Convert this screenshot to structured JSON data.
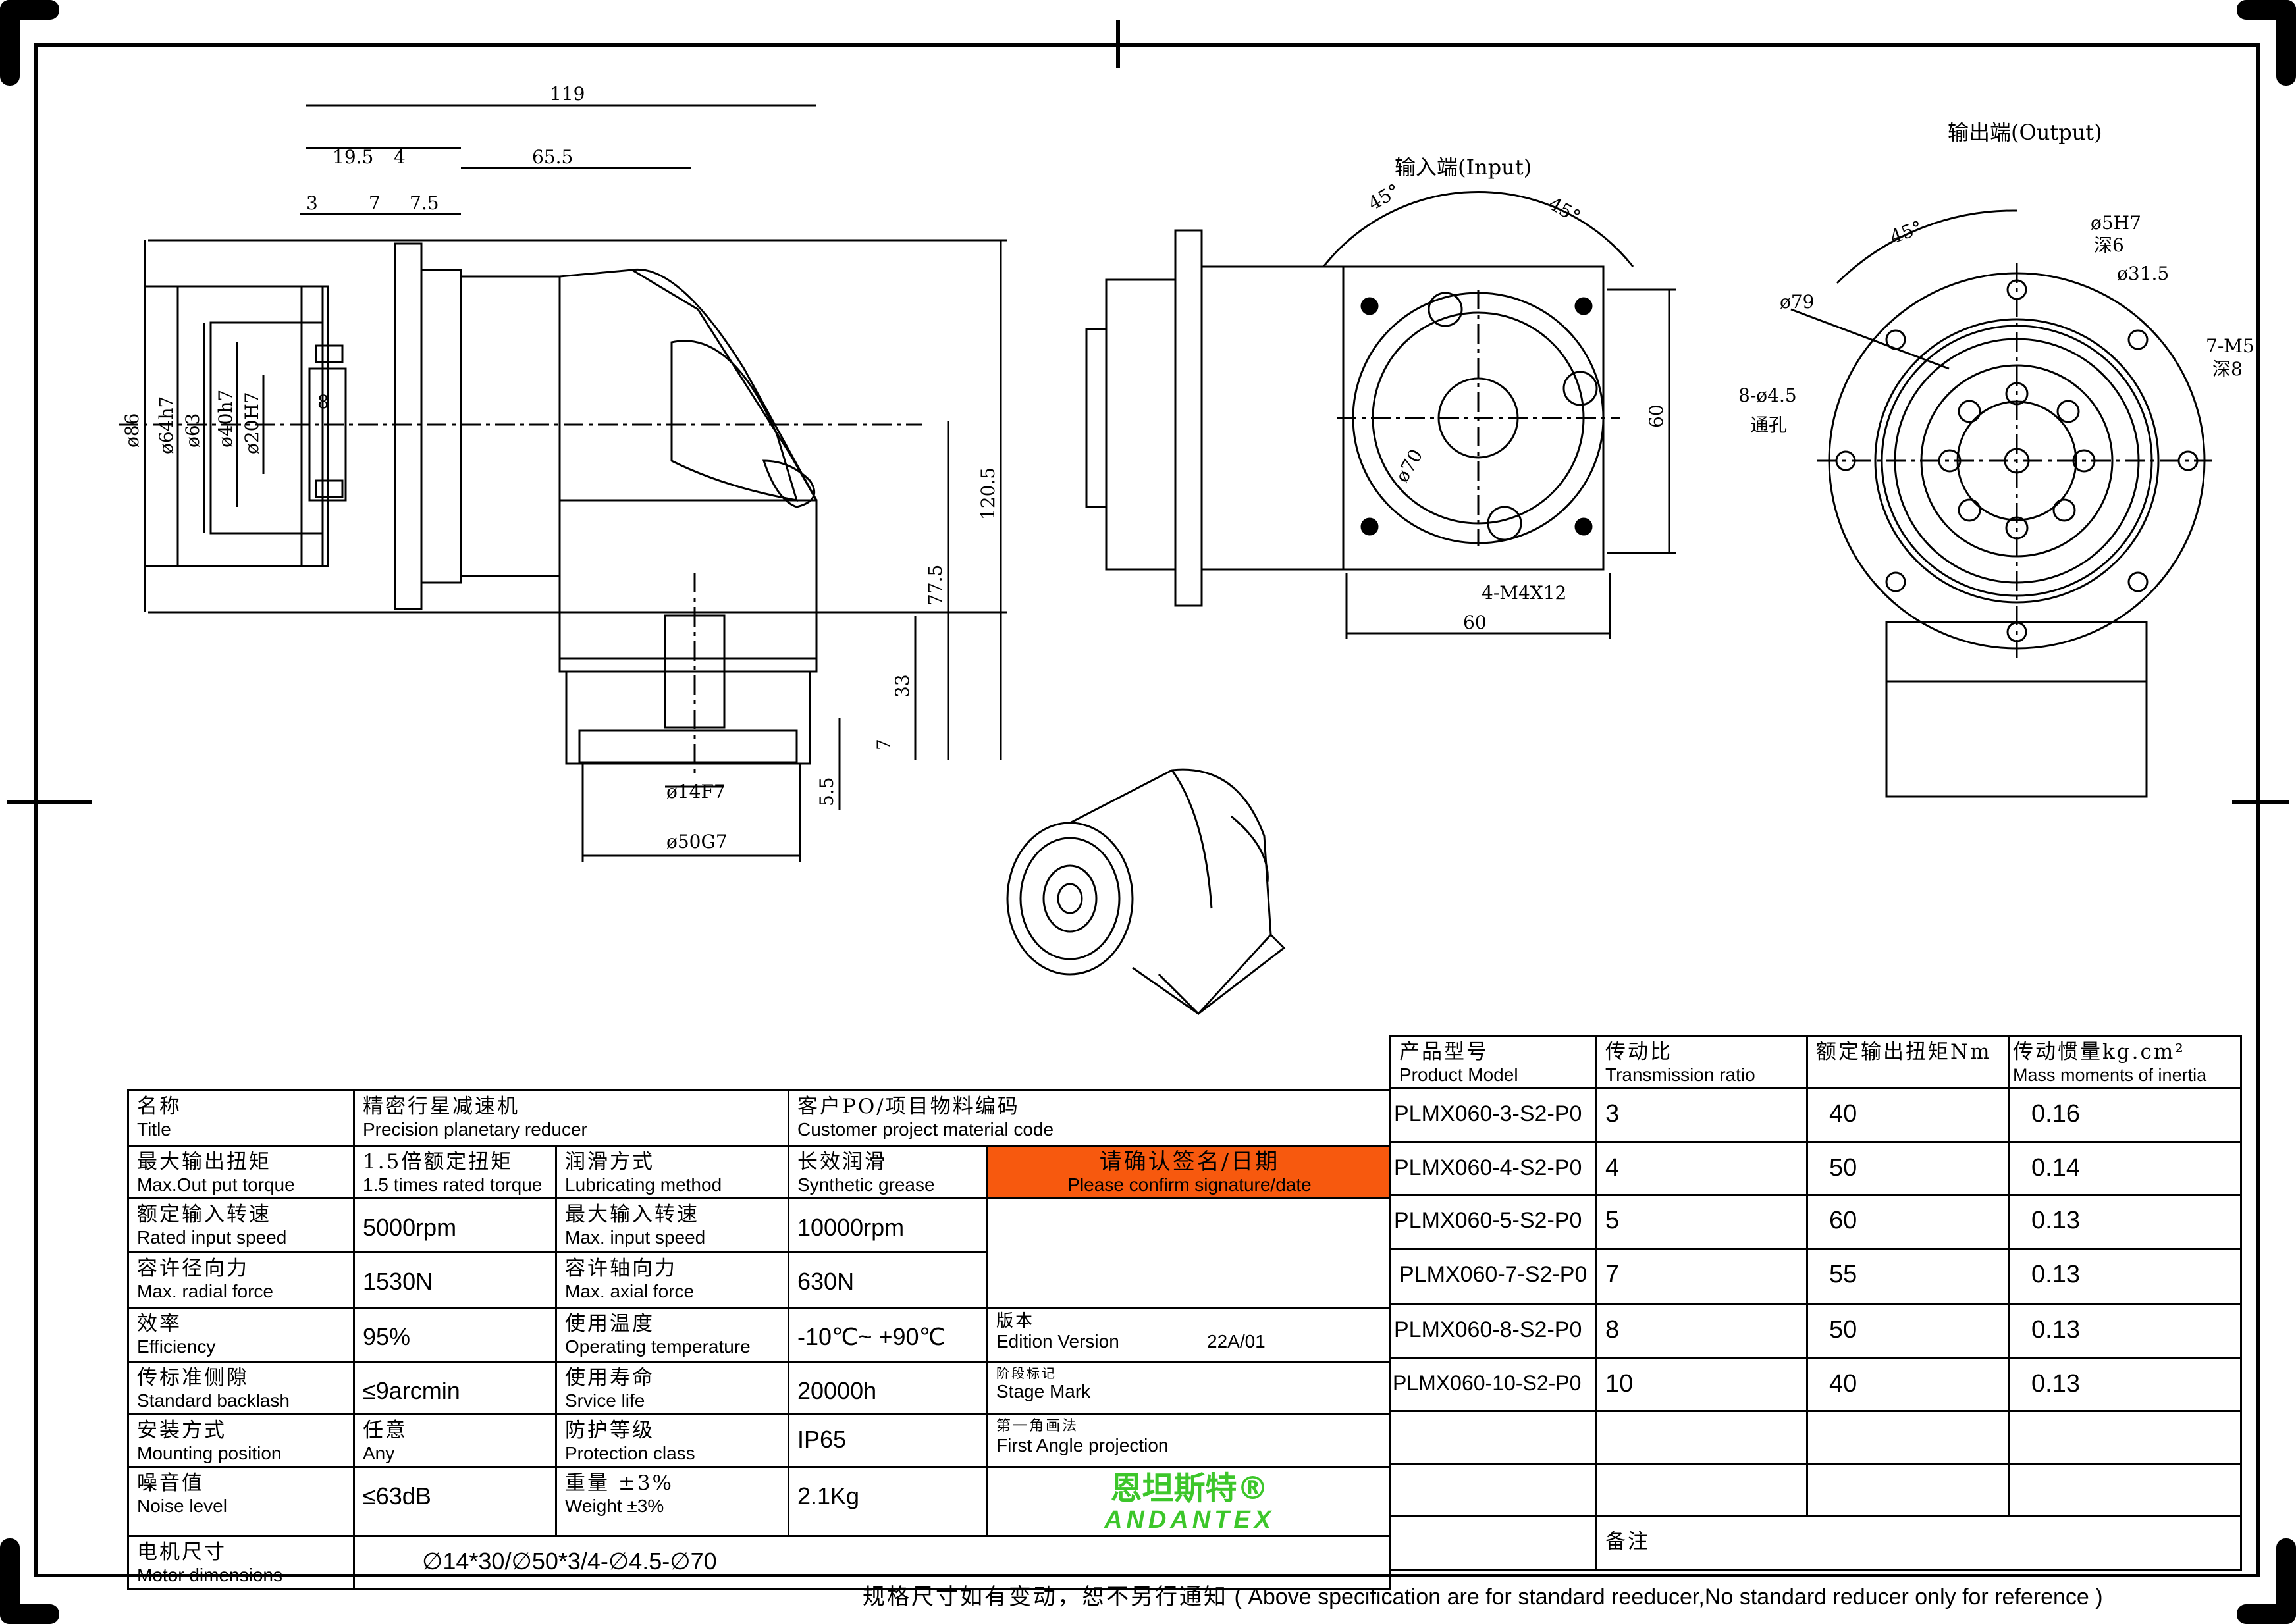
{
  "drawing": {
    "side_view_dims": [
      "119",
      "19.5",
      "4",
      "65.5",
      "3",
      "7",
      "7.5",
      "ø86",
      "ø64h7",
      "ø63",
      "ø40h7",
      "ø20H7",
      "8",
      "120.5",
      "77.5",
      "33",
      "7",
      "5.5",
      "ø14F7",
      "ø50G7"
    ],
    "input_view": {
      "title": "输入端(Input)",
      "dims": [
        "45°",
        "45°",
        "60",
        "ø70",
        "4-M4X12",
        "60"
      ]
    },
    "output_view": {
      "title": "输出端(Output)",
      "dims": [
        "45°",
        "ø5H7",
        "深6",
        "ø31.5",
        "ø79",
        "7-M5",
        "深8",
        "8-ø4.5",
        "通孔"
      ]
    }
  },
  "spec": {
    "title": {
      "zh": "名称",
      "en": "Title"
    },
    "title_value": {
      "zh": "精密行星减速机",
      "en": "Precision planetary reducer"
    },
    "customer": {
      "zh": "客户PO/项目物料编码",
      "en": "Customer project material code"
    },
    "max_out_torque": {
      "zh": "最大输出扭矩",
      "en": "Max.Out put torque"
    },
    "max_out_torque_value": {
      "zh": "1.5倍额定扭矩",
      "en": "1.5 times rated torque"
    },
    "lubrication": {
      "zh": "润滑方式",
      "en": "Lubricating method"
    },
    "lubrication_value": {
      "zh": "长效润滑",
      "en": "Synthetic grease"
    },
    "confirm": {
      "zh": "请确认签名/日期",
      "en": "Please confirm signature/date"
    },
    "rated_input_speed": {
      "zh": "额定输入转速",
      "en": "Rated input speed"
    },
    "rated_input_speed_value": "5000rpm",
    "max_input_speed": {
      "zh": "最大输入转速",
      "en": "Max. input speed"
    },
    "max_input_speed_value": "10000rpm",
    "radial_force": {
      "zh": "容许径向力",
      "en": "Max. radial force"
    },
    "radial_force_value": "1530N",
    "axial_force": {
      "zh": "容许轴向力",
      "en": "Max. axial force"
    },
    "axial_force_value": "630N",
    "efficiency": {
      "zh": "效率",
      "en": "Efficiency"
    },
    "efficiency_value": "95%",
    "temperature": {
      "zh": "使用温度",
      "en": "Operating temperature"
    },
    "temperature_value": "-10℃~ +90℃",
    "edition": {
      "zh": "版本",
      "en": "Edition Version",
      "value": "22A/01"
    },
    "backlash": {
      "zh": "传标准侧隙",
      "en": "Standard backlash"
    },
    "backlash_value": "≤9arcmin",
    "service_life": {
      "zh": "使用寿命",
      "en": "Srvice life"
    },
    "service_life_value": "20000h",
    "stage": {
      "zh": "阶段标记",
      "en": "Stage Mark"
    },
    "mounting": {
      "zh": "安装方式",
      "en": "Mounting position"
    },
    "mounting_value": {
      "zh": "任意",
      "en": "Any"
    },
    "protection": {
      "zh": "防护等级",
      "en": "Protection class"
    },
    "protection_value": "IP65",
    "projection": {
      "zh": "第一角画法",
      "en": "First Angle projection"
    },
    "noise": {
      "zh": "噪音值",
      "en": "Noise level"
    },
    "noise_value": "≤63dB",
    "weight": {
      "zh": "重量 ±3%",
      "en": "Weight ±3%"
    },
    "weight_value": "2.1Kg",
    "logo": {
      "zh": "恩坦斯特®",
      "en": "ANDANTEX"
    },
    "motor": {
      "zh": "电机尺寸",
      "en": "Motor dimensions"
    },
    "motor_value": "∅14*30/∅50*3/4-∅4.5-∅70",
    "remarks": "备注"
  },
  "models": {
    "headers": [
      {
        "zh": "产品型号",
        "en": "Product Model"
      },
      {
        "zh": "传动比",
        "en": "Transmission ratio"
      },
      {
        "zh": "额定输出扭矩Nm",
        "en": ""
      },
      {
        "zh": "传动惯量kg.cm²",
        "en": "Mass moments of inertia"
      }
    ],
    "rows": [
      [
        "PLMX060-3-S2-P0",
        "3",
        "40",
        "0.16"
      ],
      [
        "PLMX060-4-S2-P0",
        "4",
        "50",
        "0.14"
      ],
      [
        "PLMX060-5-S2-P0",
        "5",
        "60",
        "0.13"
      ],
      [
        "PLMX060-7-S2-P0",
        "7",
        "55",
        "0.13"
      ],
      [
        "PLMX060-8-S2-P0",
        "8",
        "50",
        "0.13"
      ],
      [
        "PLMX060-10-S2-P0",
        "10",
        "40",
        "0.13"
      ]
    ]
  },
  "footer": {
    "zh": "规格尺寸如有变动，恕不另行通知",
    "en": "( Above specification are for standard reeducer,No standard reducer only for reference )"
  }
}
